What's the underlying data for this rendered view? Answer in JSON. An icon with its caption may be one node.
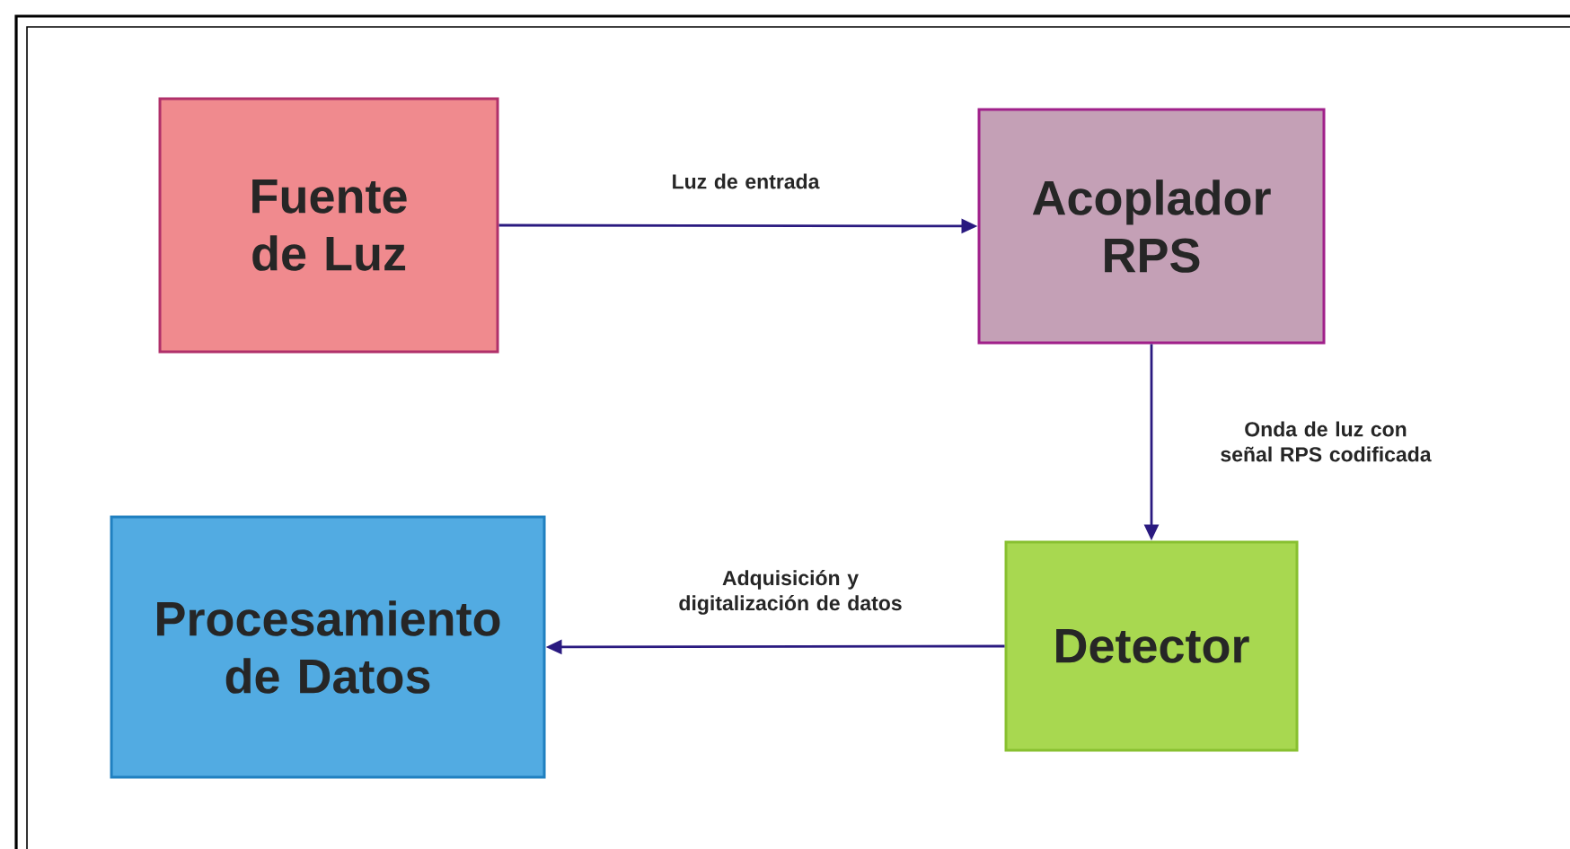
{
  "diagram": {
    "nodes": [
      {
        "text": [
          "Fuente de Luz"
        ]
      },
      {
        "text": [
          "Acoplador RPS"
        ]
      },
      {
        "text": [
          "Detector"
        ]
      },
      {
        "text": [
          "Procesamiento de Datos"
        ]
      }
    ],
    "edges": [
      {
        "from": 0,
        "to": 1,
        "arrow": "to",
        "label": "Luz de entrada"
      },
      {
        "from": 1,
        "to": 2,
        "arrow": "to",
        "label": "Onda de luz con señal RPS codificada"
      },
      {
        "from": 2,
        "to": 3,
        "arrow": "to",
        "label": "Adquisición y digitalización de datos"
      }
    ]
  }
}
